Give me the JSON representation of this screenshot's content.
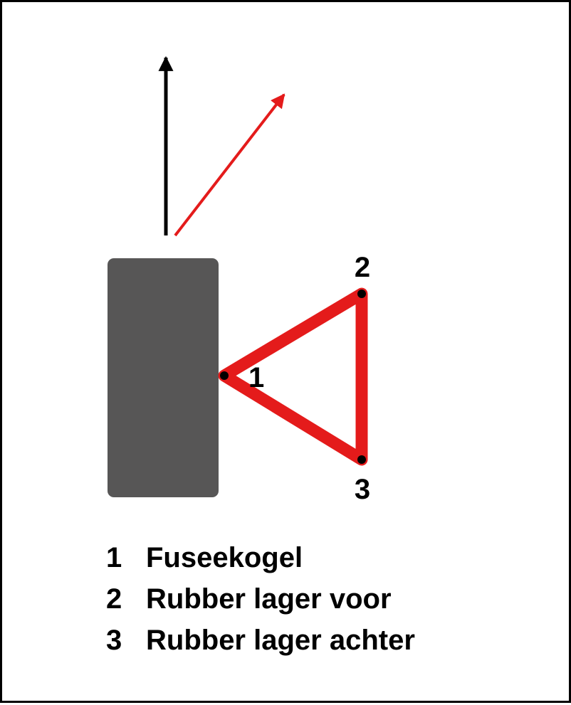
{
  "colors": {
    "wheel": "#575656",
    "arm": "#e41b1b",
    "heading_arrow": "#000000",
    "steer_arrow": "#e41b1b",
    "joint": "#000000"
  },
  "points": [
    {
      "id": "1",
      "label": "1"
    },
    {
      "id": "2",
      "label": "2"
    },
    {
      "id": "3",
      "label": "3"
    }
  ],
  "legend": [
    {
      "num": "1",
      "text": "Fuseekogel"
    },
    {
      "num": "2",
      "text": "Rubber lager voor"
    },
    {
      "num": "3",
      "text": "Rubber lager achter"
    }
  ]
}
